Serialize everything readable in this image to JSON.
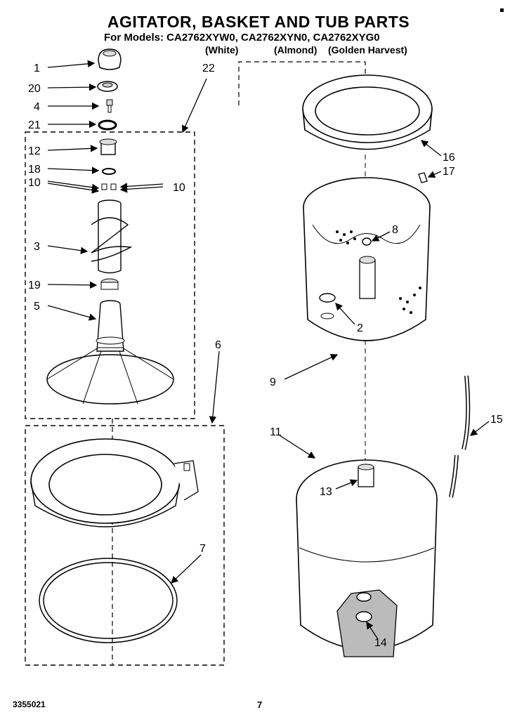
{
  "header": {
    "title": "AGITATOR, BASKET AND TUB PARTS",
    "models_line": "For Models: CA2762XYW0, CA2762XYN0, CA2762XYG0",
    "color_white": "(White)",
    "color_almond": "(Almond)",
    "color_golden": "(Golden Harvest)"
  },
  "callouts": {
    "c1": "1",
    "c20": "20",
    "c4": "4",
    "c21": "21",
    "c22": "22",
    "c12": "12",
    "c18": "18",
    "c10a": "10",
    "c10b": "10",
    "c3": "3",
    "c19": "19",
    "c5": "5",
    "c6": "6",
    "c7": "7",
    "c16": "16",
    "c17": "17",
    "c8": "8",
    "c2": "2",
    "c9": "9",
    "c11": "11",
    "c13": "13",
    "c14": "14",
    "c15": "15"
  },
  "footer": {
    "code": "3355021",
    "page": "7"
  }
}
